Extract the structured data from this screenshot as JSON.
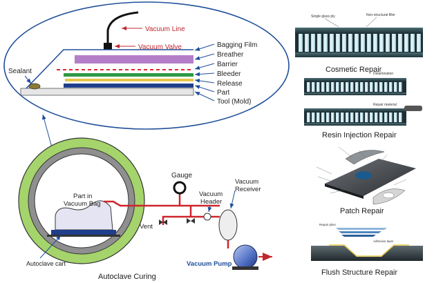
{
  "bagging": {
    "vacuum_line": "Vacuum Line",
    "vacuum_valve": "Vacuum Valve",
    "sealant": "Sealant",
    "layers": [
      "Bagging Film",
      "Breather",
      "Barrier",
      "Bleeder",
      "Release",
      "Part",
      "Tool (Mold)"
    ],
    "layer_colors": [
      "#f3f3f3",
      "#b57ec9",
      "#d6d6d6",
      "#e0252b",
      "#2f9a45",
      "#e6c84a",
      "#1f3f8a"
    ]
  },
  "autoclave": {
    "caption": "Autoclave Curing",
    "part_label_1": "Part in",
    "part_label_2": "Vacuum Bag",
    "cart_label": "Autoclave cart",
    "gauge": "Gauge",
    "vent": "Vent",
    "header_1": "Vacuum",
    "header_2": "Header",
    "receiver_1": "Vacuum",
    "receiver_2": "Receiver",
    "pump": "Vacuum Pump"
  },
  "repairs": {
    "cosmetic": {
      "caption": "Cosmetic Repair",
      "label_a": "Single glass ply",
      "label_b": "Non-structural filler"
    },
    "resin": {
      "caption": "Resin Injection Repair",
      "label_a": "Delamination",
      "label_b": "Repair material"
    },
    "patch": {
      "caption": "Patch Repair"
    },
    "flush": {
      "caption": "Flush Structure Repair",
      "label_a": "Repair plies",
      "label_b": "Adhesive layer"
    }
  }
}
